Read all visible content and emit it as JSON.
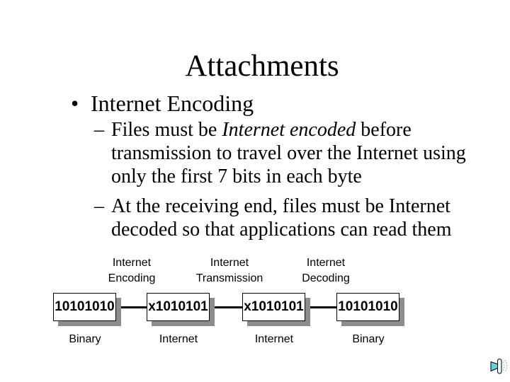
{
  "slide": {
    "title": "Attachments",
    "bullet": {
      "marker": "•",
      "label": "Internet Encoding"
    },
    "sub_bullets": [
      {
        "marker": "–",
        "lines": [
          {
            "pre": "Files must be ",
            "italic": "Internet encoded",
            "post": " before"
          },
          {
            "pre": "transmission to travel over the Internet using",
            "italic": "",
            "post": ""
          },
          {
            "pre": "only the first 7 bits in each byte",
            "italic": "",
            "post": ""
          }
        ]
      },
      {
        "marker": "–",
        "lines": [
          {
            "pre": "At the receiving end, files must be Internet",
            "italic": "",
            "post": ""
          },
          {
            "pre": "decoded so that applications can read them",
            "italic": "",
            "post": ""
          }
        ]
      }
    ],
    "diagram": {
      "stages": [
        {
          "line1": "Internet",
          "line2": "Encoding"
        },
        {
          "line1": "Internet",
          "line2": "Transmission"
        },
        {
          "line1": "Internet",
          "line2": "Decoding"
        }
      ],
      "boxes": [
        {
          "value": "10101010",
          "caption": "Binary"
        },
        {
          "value": "x1010101",
          "caption": "Internet"
        },
        {
          "value": "x1010101",
          "caption": "Internet"
        },
        {
          "value": "10101010",
          "caption": "Binary"
        }
      ]
    },
    "sound_icon": {
      "name": "speaker-with-sound-waves"
    },
    "colors": {
      "text": "#000000",
      "box_border": "#000000",
      "box_shadow": "#8c8c8c",
      "speaker_fill": "#62d2e4",
      "sound_wave": "#b9b9b9"
    }
  }
}
